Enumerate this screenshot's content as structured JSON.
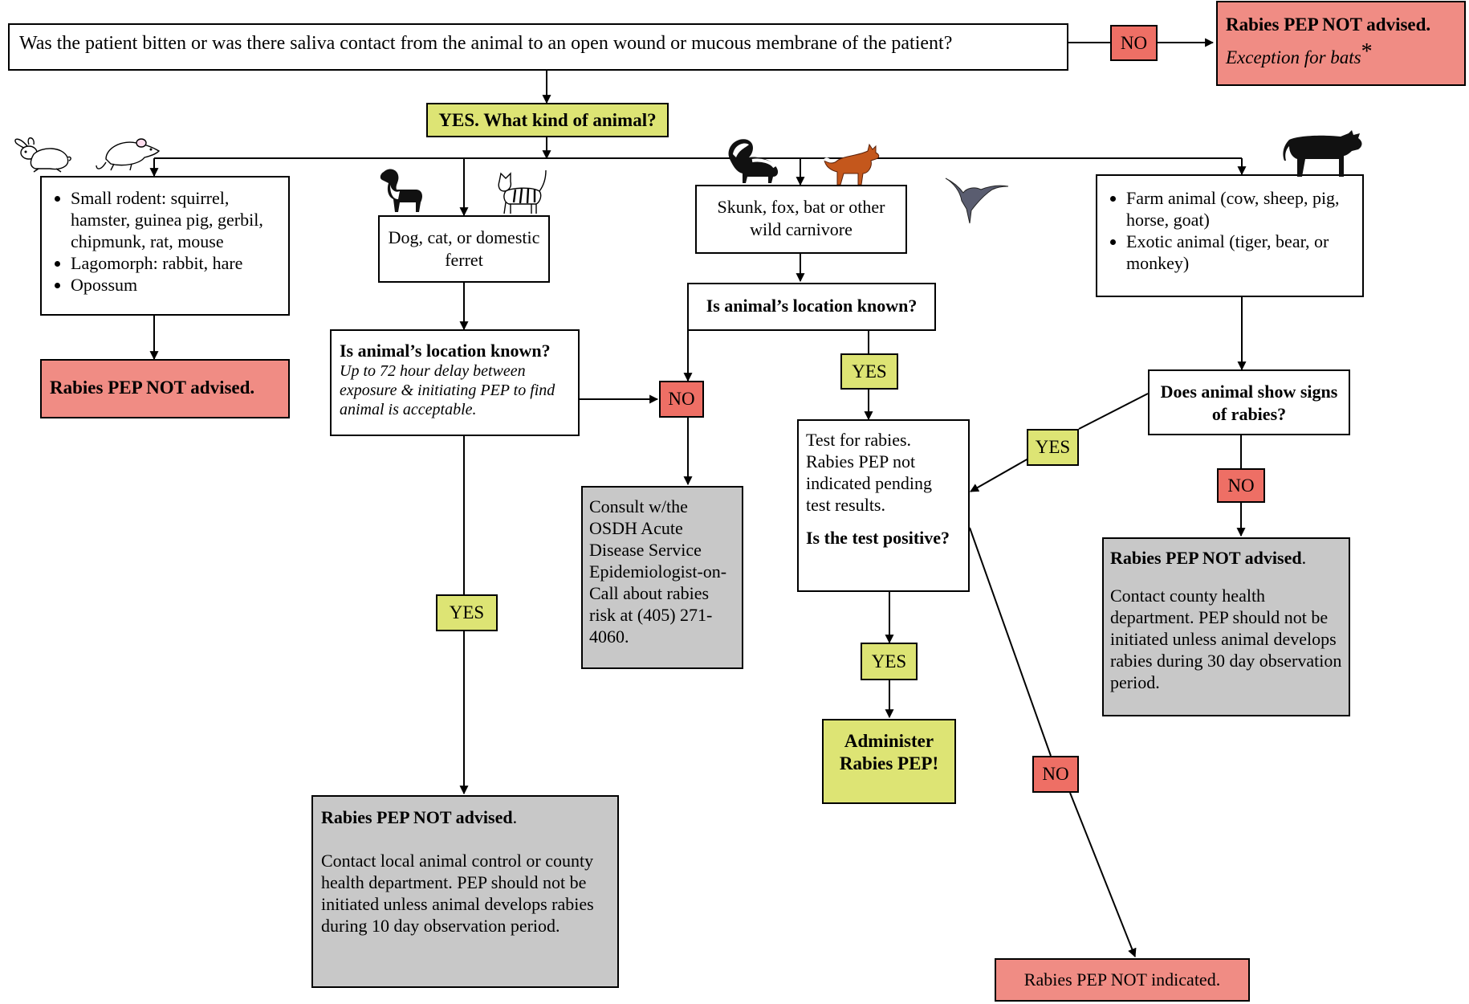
{
  "q_bitten": "Was the patient bitten or was there saliva contact from the animal to an open wound or mucous membrane of the patient?",
  "tag_no_top": "NO",
  "pep_not_advised_top": {
    "title": "Rabies PEP NOT advised.",
    "note": "Exception for bats",
    "mark": "*"
  },
  "q_kind": "YES. What kind of animal?",
  "rodent_box": {
    "items": [
      "Small rodent: squirrel, hamster, guinea pig, gerbil, chipmunk, rat, mouse",
      "Lagomorph: rabbit, hare",
      "Opossum"
    ]
  },
  "rodent_result": "Rabies PEP NOT advised.",
  "dog_box": "Dog, cat, or domestic ferret",
  "dog_location": {
    "question": "Is animal’s location known?",
    "note": "Up to 72 hour delay between exposure & initiating PEP to find animal is acceptable."
  },
  "tag_no_mid": "NO",
  "tag_yes_dog": "YES",
  "consult_box": "Consult w/the OSDH Acute Disease Service Epidemiologist-on-Call about rabies risk at (405) 271-4060.",
  "dog_result": {
    "title": "Rabies PEP NOT advised",
    "period": ".",
    "body": "Contact local animal control or county health department.  PEP should not be initiated unless animal develops rabies during 10 day observation period."
  },
  "wild_box": "Skunk, fox, bat or other wild carnivore",
  "wild_location": "Is animal’s location known?",
  "tag_yes_wild": "YES",
  "test_box": {
    "body": "Test for rabies. Rabies PEP not indicated pending test results.",
    "question": "Is the test positive?"
  },
  "tag_yes_test": "YES",
  "administer_box": "Administer Rabies PEP!",
  "tag_no_test": "NO",
  "not_indicated_box": "Rabies PEP NOT indicated.",
  "farm_box": {
    "items": [
      "Farm animal (cow, sheep, pig, horse, goat)",
      "Exotic animal (tiger, bear, or monkey)"
    ]
  },
  "signs_box": "Does animal show signs of rabies?",
  "tag_yes_signs": "YES",
  "tag_no_signs": "NO",
  "farm_result": {
    "title": "Rabies PEP NOT advised",
    "period": ".",
    "body": "Contact county health department.  PEP should not be initiated unless animal develops rabies during 30 day observation period."
  },
  "icons": [
    "rabbit-icon",
    "mouse-icon",
    "dog-icon",
    "cat-icon",
    "skunk-icon",
    "fox-icon",
    "bat-icon",
    "cow-icon"
  ],
  "colors": {
    "red_result": "#f08c84",
    "red_tag": "#ee6f65",
    "green": "#dde474",
    "gray": "#c8c8c8"
  }
}
